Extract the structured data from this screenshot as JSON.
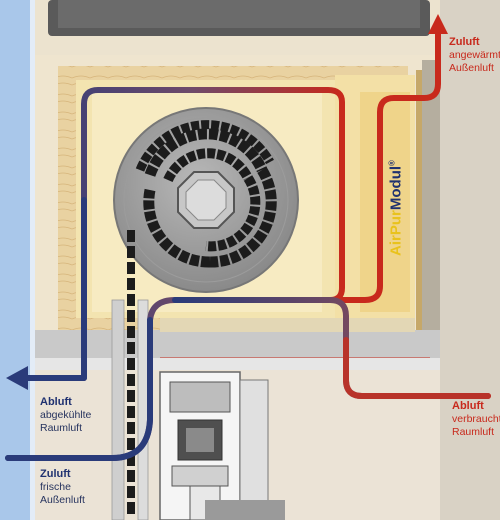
{
  "labels": {
    "zuluft_top": {
      "head": "Zuluft",
      "line1": "angewärmte",
      "line2": "Außenluft"
    },
    "abluft_left": {
      "head": "Abluft",
      "line1": "abgekühlte",
      "line2": "Raumluft"
    },
    "zuluft_bottom": {
      "head": "Zuluft",
      "line1": "frische",
      "line2": "Außenluft"
    },
    "abluft_right": {
      "head": "Abluft",
      "line1": "verbrauchte",
      "line2": "Raumluft"
    }
  },
  "brand": {
    "air": "Air",
    "pur": "Pur",
    "modul": "Modul",
    "mark": "®"
  },
  "icons": {
    "arrow_warm_out": "arrow-up-icon",
    "arrow_cool_out": "arrow-left-icon"
  },
  "colors": {
    "cold_air": "#2a3b7a",
    "warm_air": "#c8291c",
    "wall_blue": "#a9c7ea",
    "insulation": "#f3e4b0",
    "wood": "#d3b27a",
    "roller": "#8f8f8f"
  }
}
